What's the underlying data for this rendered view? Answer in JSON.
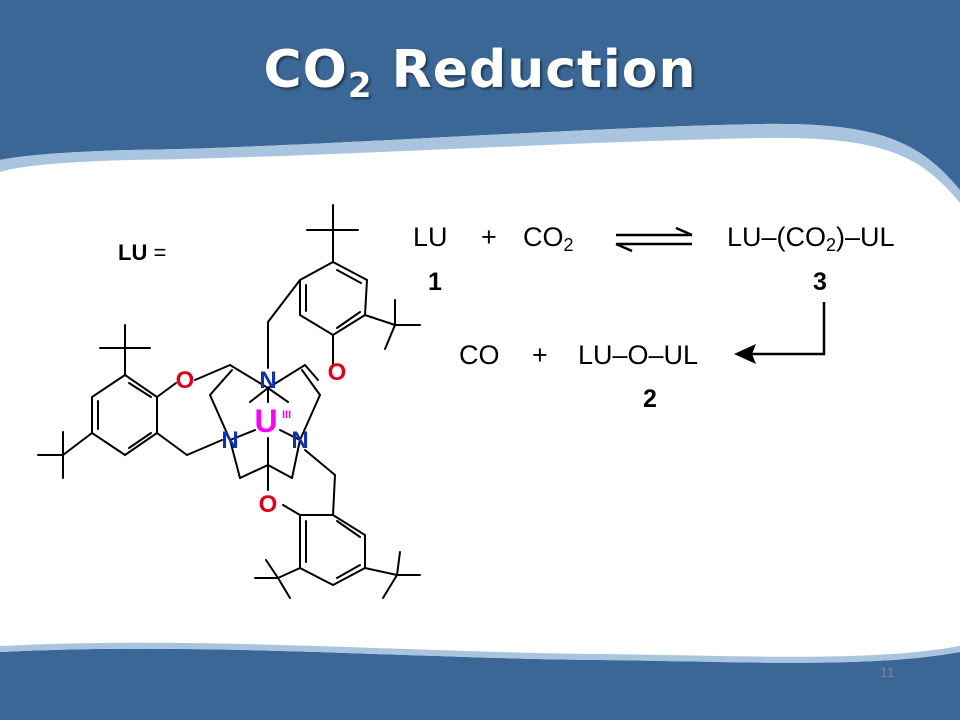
{
  "slide": {
    "title_main": "CO",
    "title_sub": "2",
    "title_rest": " Reduction",
    "page_number": "11",
    "colors": {
      "header_blue": "#3a6796",
      "accent_light": "#a9c4de",
      "metal_magenta": "#ff00ff",
      "heteroatom_red": "#e0001a",
      "nitrogen_blue": "#1030b0"
    }
  },
  "structure": {
    "lu_label": "LU",
    "lu_equals": "=",
    "atoms": {
      "n_top": "N",
      "n_left": "N",
      "n_right": "N",
      "o_top": "O",
      "o_left": "O",
      "o_bottom": "O",
      "metal": "U",
      "oxidation": "III"
    }
  },
  "reaction": {
    "r1_lu": "LU",
    "r1_plus": "+",
    "r1_co2": "CO",
    "r1_co2_sub": "2",
    "r1_product_pre": "LU–(CO",
    "r1_product_sub": "2",
    "r1_product_post": ")–UL",
    "r2_co": "CO",
    "r2_plus": "+",
    "r2_product": "LU–O–UL",
    "label_1": "1",
    "label_2": "2",
    "label_3": "3"
  }
}
